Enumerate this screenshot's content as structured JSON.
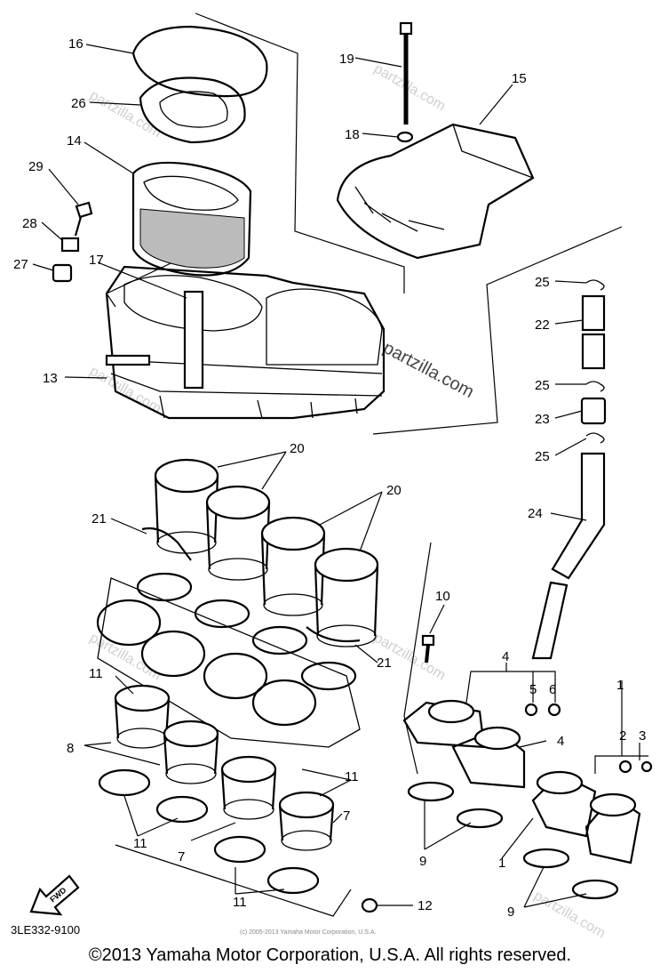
{
  "callouts": {
    "c1a": "1",
    "c1b": "1",
    "c2": "2",
    "c3": "3",
    "c4a": "4",
    "c4b": "4",
    "c5": "5",
    "c6": "6",
    "c7a": "7",
    "c7b": "7",
    "c8": "8",
    "c9a": "9",
    "c9b": "9",
    "c10": "10",
    "c11a": "11",
    "c11b": "11",
    "c11c": "11",
    "c11d": "11",
    "c12": "12",
    "c13": "13",
    "c14": "14",
    "c15": "15",
    "c16": "16",
    "c17": "17",
    "c18": "18",
    "c19": "19",
    "c20a": "20",
    "c20b": "20",
    "c21a": "21",
    "c21b": "21",
    "c22": "22",
    "c23": "23",
    "c24": "24",
    "c25a": "25",
    "c25b": "25",
    "c25c": "25",
    "c26": "26",
    "c27": "27",
    "c28": "28",
    "c29": "29"
  },
  "watermark": "partzilla.com",
  "fwd_label": "FWD",
  "diagram_code": "3LE332-9100",
  "small_copyright": "(c) 2005-2013 Yamaha Motor Corporation, U.S.A.",
  "copyright": "©2013 Yamaha Motor Corporation, U.S.A. All rights reserved."
}
